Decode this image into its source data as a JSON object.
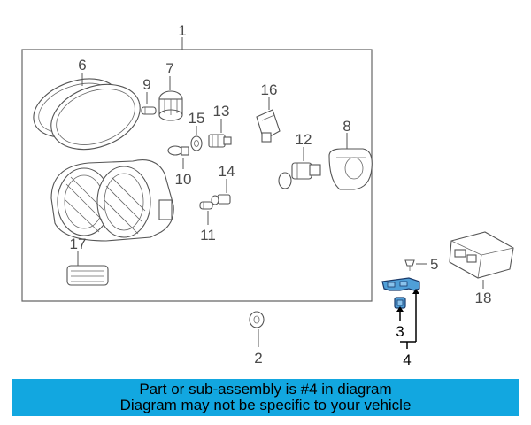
{
  "callouts": {
    "c1": "1",
    "c2": "2",
    "c3": "3",
    "c4": "4",
    "c5": "5",
    "c6": "6",
    "c7": "7",
    "c8": "8",
    "c9": "9",
    "c10": "10",
    "c11": "11",
    "c12": "12",
    "c13": "13",
    "c14": "14",
    "c15": "15",
    "c16": "16",
    "c17": "17",
    "c18": "18"
  },
  "highlight_part": "4",
  "colors": {
    "banner": "#12a7e0",
    "highlight_part": "#4f9fd8",
    "panel_stroke": "#666666"
  },
  "banner": {
    "line1": "Part or sub-assembly is #4 in diagram",
    "line2": "Diagram may not be specific to your vehicle"
  }
}
